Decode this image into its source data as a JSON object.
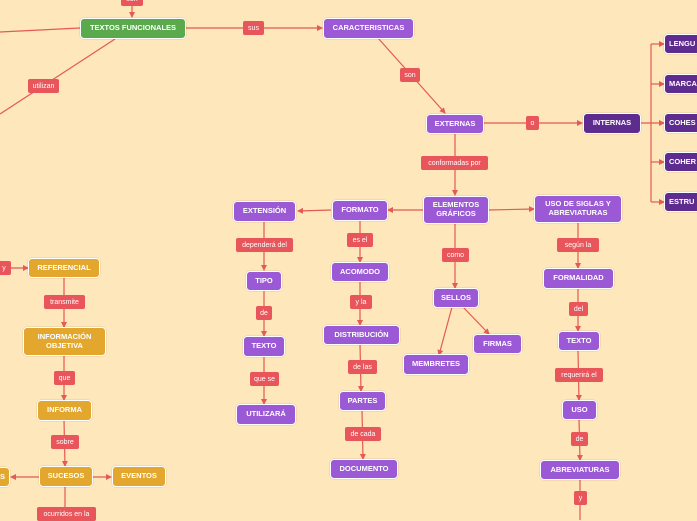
{
  "nodes": {
    "textos_funcionales": "TEXTOS FUNCIONALES",
    "caracteristicas": "CARACTERISTICAS",
    "externas": "EXTERNAS",
    "internas": "INTERNAS",
    "lengu": "LENGU",
    "marca": "MARCA",
    "cohes": "COHES",
    "coher": "COHER",
    "estru": "ESTRU",
    "elementos_graficos": "ELEMENTOS GRÁFICOS",
    "formato": "FORMATO",
    "extension": "EXTENSIÓN",
    "tipo": "TIPO",
    "texto_left": "TEXTO",
    "utilizara": "UTILIZARÁ",
    "acomodo": "ACOMODO",
    "distribucion": "DISTRIBUCIÓN",
    "partes": "PARTES",
    "documento": "DOCUMENTO",
    "sellos": "SELLOS",
    "membretes": "MEMBRETES",
    "firmas": "FIRMAS",
    "uso_siglas": "USO DE SIGLAS Y ABREVIATURAS",
    "formalidad": "FORMALIDAD",
    "texto_right": "TEXTO",
    "uso": "USO",
    "abreviaturas": "ABREVIATURAS",
    "referencial": "REFERENCIAL",
    "informacion_objetiva": "INFORMACIÓN OBJETIVA",
    "informa": "INFORMA",
    "sucesos": "SUCESOS",
    "eventos": "EVENTOS",
    "left_cut": "S"
  },
  "links": {
    "top_cut": "son",
    "sus": "sus",
    "utilizan": "utilizan",
    "son": "son",
    "o": "o",
    "conformadas_por": "conformadas por",
    "depende_del": "dependerá del",
    "es_el": "es el",
    "como": "como",
    "segun_la": "según  la",
    "de_tipo": "de",
    "y_la": "y la",
    "del": "del",
    "que_se": "que se",
    "de_las": "de las",
    "requerira_el": "requerirá el",
    "de_cada": "de cada",
    "de_uso": "de",
    "y_bottom": "y",
    "y_left": "y",
    "transmite": "transmite",
    "que": "que",
    "sobre": "sobre",
    "ocurridos_en_la": "ocurridos en la"
  },
  "colors": {
    "background": "#fde7bb",
    "root": "#5aa94c",
    "node": "#9b59d6",
    "node_dark": "#5e2b8e",
    "node_gold": "#e2a72c",
    "link_label": "#e8555a",
    "line": "#e45a55"
  }
}
